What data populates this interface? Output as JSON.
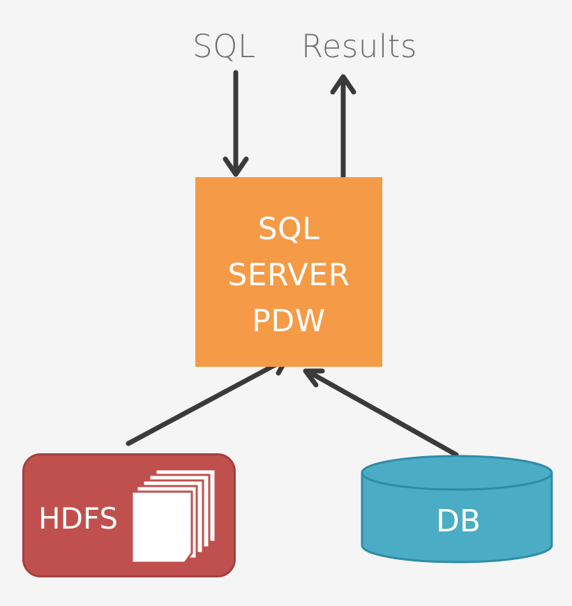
{
  "diagram": {
    "inputs": {
      "query_label": "SQL",
      "results_label": "Results"
    },
    "engine": {
      "lines": [
        "SQL",
        "SERVER",
        "PDW"
      ]
    },
    "sources": {
      "hdfs_label": "HDFS",
      "db_label": "DB"
    },
    "colors": {
      "background": "#f5f5f5",
      "engine_fill": "#f59a46",
      "hdfs_fill": "#c0504d",
      "hdfs_border": "#a63e3e",
      "db_fill": "#4bacc6",
      "db_border": "#2f8ba6",
      "arrow": "#3a3a3a",
      "label_gray": "#6e6e6e"
    }
  }
}
